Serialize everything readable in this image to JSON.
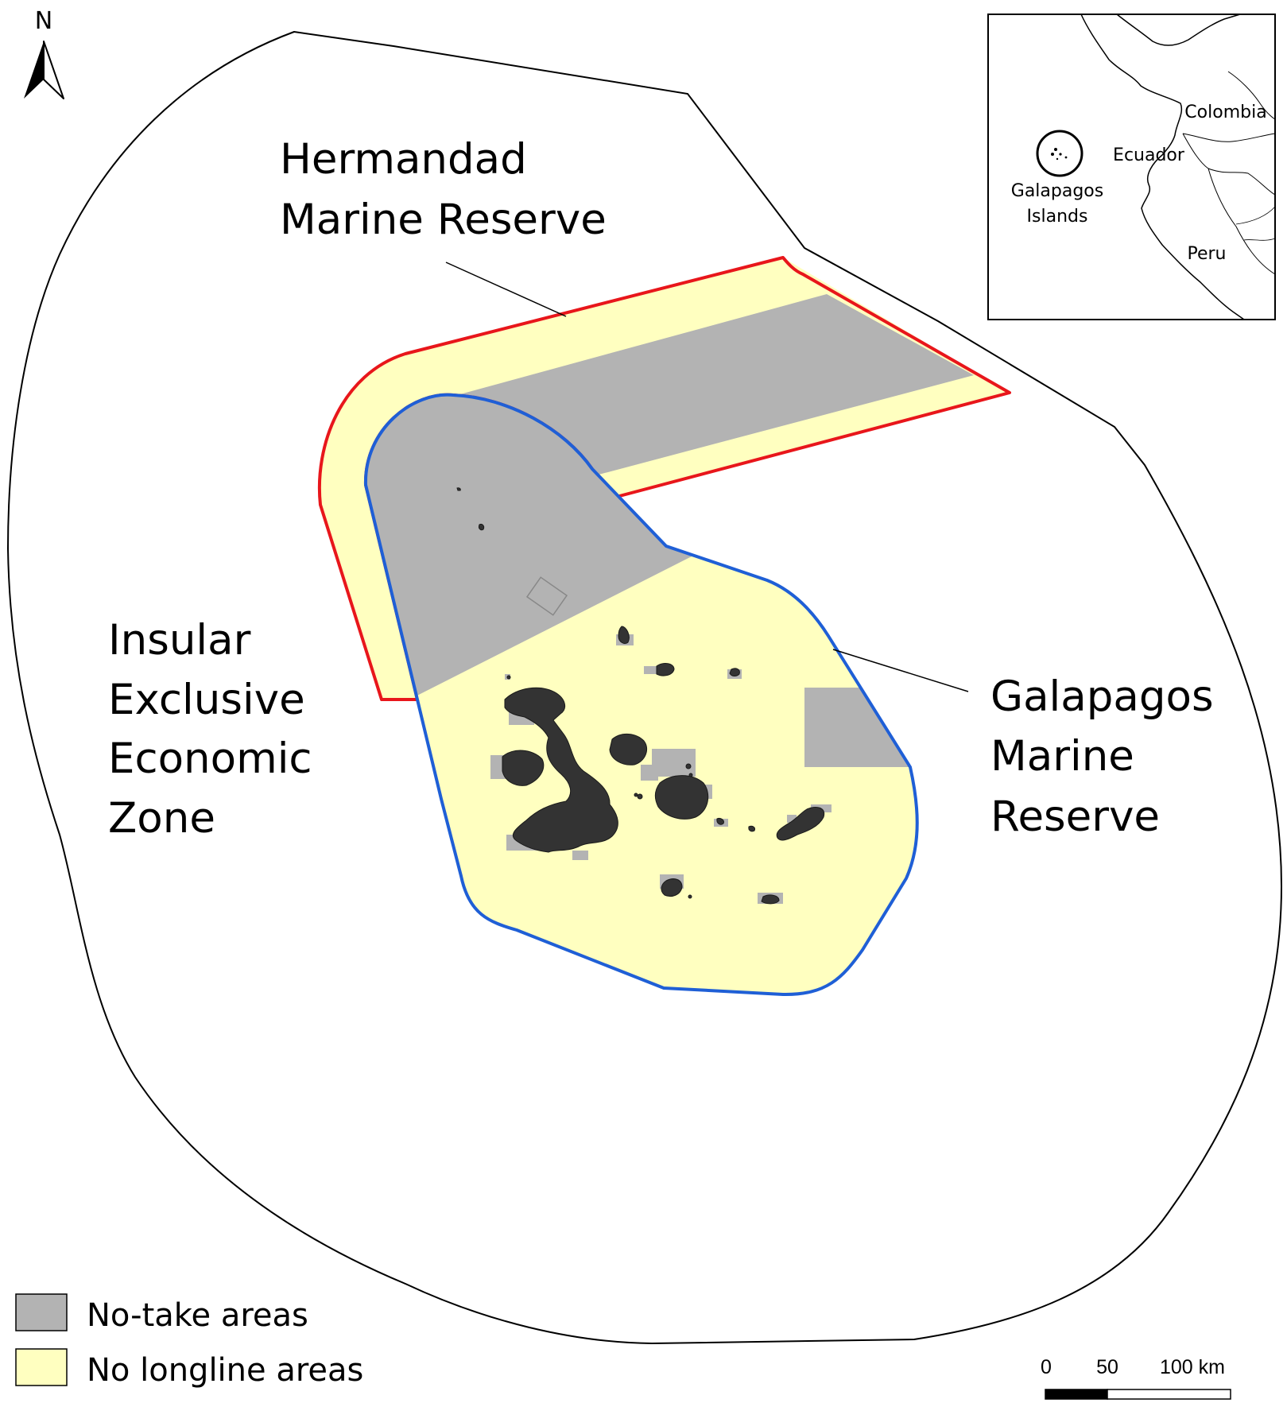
{
  "north_arrow": {
    "letter": "N"
  },
  "zones": {
    "hermandad": {
      "line1": "Hermandad",
      "line2": "Marine Reserve"
    },
    "insular": {
      "line1": "Insular",
      "line2": "Exclusive",
      "line3": "Economic",
      "line4": "Zone"
    },
    "galapagos": {
      "line1": "Galapagos",
      "line2": "Marine",
      "line3": "Reserve"
    }
  },
  "inset": {
    "countries": {
      "colombia": "Colombia",
      "ecuador": "Ecuador",
      "peru": "Peru"
    },
    "islands": {
      "line1": "Galapagos",
      "line2": "Islands"
    }
  },
  "legend": {
    "items": [
      {
        "label": "No-take areas",
        "color": "#b3b3b3"
      },
      {
        "label": "No longline areas",
        "color": "#ffffc0"
      }
    ]
  },
  "scale_bar": {
    "labels": [
      "0",
      "50",
      "100 km"
    ]
  },
  "colors": {
    "no_take": "#b3b3b3",
    "no_longline": "#ffffc0",
    "islands": "#333333",
    "hermandad_border": "#e8161b",
    "galapagos_border": "#1f5fd6",
    "eez_border": "#000000"
  }
}
